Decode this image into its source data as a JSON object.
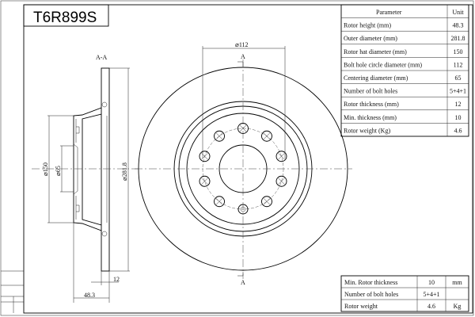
{
  "title": "T6R899S",
  "section_label": "A-A",
  "section_marker": "A",
  "dimensions": {
    "bolt_circle": "⌀112",
    "hat_diameter": "⌀150",
    "centering": "⌀65",
    "outer": "⌀281.8",
    "thickness": "12",
    "height": "48.3"
  },
  "spec_table": {
    "headers": [
      "Parameter",
      "Unit"
    ],
    "rows": [
      [
        "Rotor height (mm)",
        "48.3"
      ],
      [
        "Outer diameter (mm)",
        "281.8"
      ],
      [
        "Rotor hat diameter (mm)",
        "150"
      ],
      [
        "Bolt hole circle diameter (mm)",
        "112"
      ],
      [
        "Centering diameter (mm)",
        "65"
      ],
      [
        "Number of bolt holes",
        "5+4+1"
      ],
      [
        "Rotor thickness (mm)",
        "12"
      ],
      [
        "Min. thickness (mm)",
        "10"
      ],
      [
        "Rotor weight (Kg)",
        "4.6"
      ]
    ]
  },
  "summary_table": {
    "rows": [
      [
        "Min. Rotor thickness",
        "10",
        "mm"
      ],
      [
        "Number of bolt holes",
        "5+4+1",
        ""
      ],
      [
        "Rotor weight",
        "4.6",
        "Kg"
      ]
    ]
  }
}
